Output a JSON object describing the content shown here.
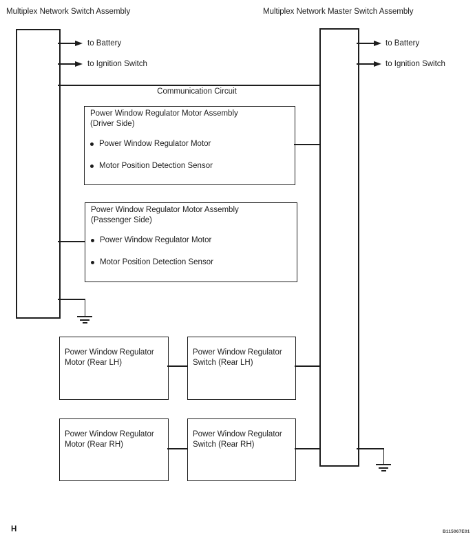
{
  "diagram": {
    "titles": {
      "left_assembly": "Multiplex Network Switch Assembly",
      "right_assembly": "Multiplex Network Master Switch Assembly"
    },
    "arrows": {
      "left": [
        {
          "label": "to Battery"
        },
        {
          "label": "to Ignition Switch"
        }
      ],
      "right": [
        {
          "label": "to Battery"
        },
        {
          "label": "to Ignition Switch"
        }
      ]
    },
    "communication_circuit_label": "Communication Circuit",
    "driver_motor_assembly": {
      "title_line1": "Power Window Regulator Motor Assembly",
      "title_line2": "(Driver Side)",
      "bullet1": "Power Window Regulator Motor",
      "bullet2": "Motor Position Detection Sensor"
    },
    "passenger_motor_assembly": {
      "title_line1": "Power Window Regulator Motor Assembly",
      "title_line2": "(Passenger Side)",
      "bullet1": "Power Window Regulator Motor",
      "bullet2": "Motor Position Detection Sensor"
    },
    "rear_lh_motor": {
      "line1": "Power Window Regulator",
      "line2": "Motor (Rear LH)"
    },
    "rear_lh_switch": {
      "line1": "Power Window Regulator",
      "line2": "Switch (Rear LH)"
    },
    "rear_rh_motor": {
      "line1": "Power Window Regulator",
      "line2": "Motor (Rear RH)"
    },
    "rear_rh_switch": {
      "line1": "Power Window Regulator",
      "line2": "Switch (Rear RH)"
    },
    "footer": {
      "page_marker": "H",
      "figure_code": "B115067E01"
    },
    "colors": {
      "ink": "#1d1d1d",
      "background": "#ffffff"
    }
  }
}
